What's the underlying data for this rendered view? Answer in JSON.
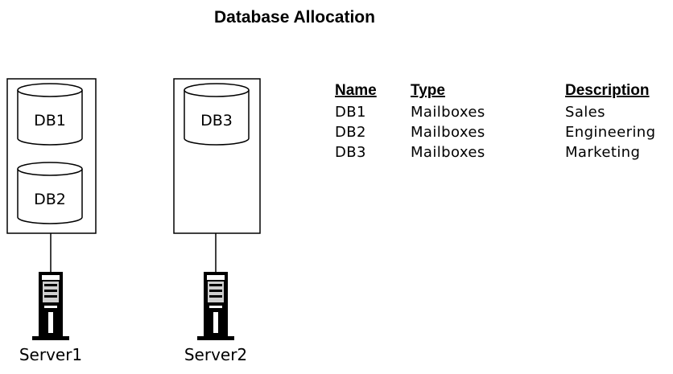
{
  "title": "Database Allocation",
  "servers": [
    {
      "name": "Server1",
      "databases": [
        "DB1",
        "DB2"
      ]
    },
    {
      "name": "Server2",
      "databases": [
        "DB3"
      ]
    }
  ],
  "table": {
    "headers": [
      "Name",
      "Type",
      "Description"
    ],
    "rows": [
      [
        "DB1",
        "Mailboxes",
        "Sales"
      ],
      [
        "DB2",
        "Mailboxes",
        "Engineering"
      ],
      [
        "DB3",
        "Mailboxes",
        "Marketing"
      ]
    ]
  },
  "colors": {
    "line": "#000000",
    "background": "#ffffff"
  },
  "icons": [
    "database-cylinder-icon",
    "server-tower-icon"
  ]
}
